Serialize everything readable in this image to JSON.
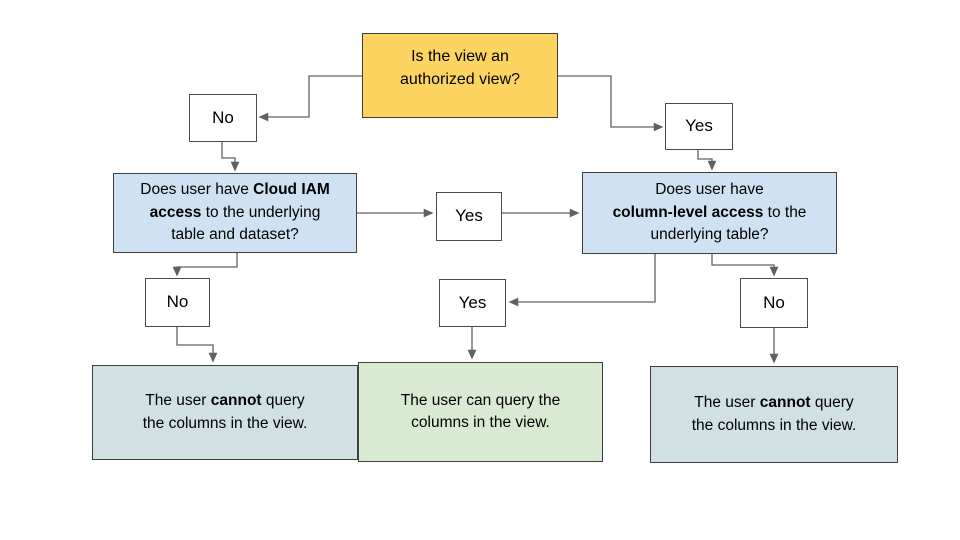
{
  "colors": {
    "decision_yellow": "#FCD45F",
    "question_blue": "#CFE2F3",
    "outcome_gray": "#D0E0E3",
    "outcome_green": "#D9EAD3",
    "label_white": "#FFFFFF",
    "box_border": "#3F3F3F",
    "connector_gray": "#606060",
    "text_black": "#000000",
    "background": "#FFFFFF"
  },
  "nodes": {
    "root": {
      "segments": [
        {
          "t": "Is the view an"
        },
        {
          "br": true
        },
        {
          "t": "authorized view?"
        }
      ]
    },
    "no_top": {
      "label": "No"
    },
    "yes_top": {
      "label": "Yes"
    },
    "q_left": {
      "segments": [
        {
          "t": "Does user have "
        },
        {
          "t": "Cloud IAM",
          "b": true
        },
        {
          "br": true
        },
        {
          "t": "access",
          "b": true
        },
        {
          "t": " to the underlying"
        },
        {
          "br": true
        },
        {
          "t": "table and dataset?"
        }
      ]
    },
    "yes_mid": {
      "label": "Yes"
    },
    "q_right": {
      "segments": [
        {
          "t": "Does user have"
        },
        {
          "br": true
        },
        {
          "t": "column-level access",
          "b": true
        },
        {
          "t": " to the"
        },
        {
          "br": true
        },
        {
          "t": "underlying table?"
        }
      ]
    },
    "no_left": {
      "label": "No"
    },
    "yes_bottom": {
      "label": "Yes"
    },
    "no_right": {
      "label": "No"
    },
    "out_left": {
      "segments": [
        {
          "t": "The user "
        },
        {
          "t": "cannot",
          "b": true
        },
        {
          "t": " query"
        },
        {
          "br": true
        },
        {
          "t": "the columns in the view."
        }
      ]
    },
    "out_mid": {
      "segments": [
        {
          "t": "The user can query the"
        },
        {
          "br": true
        },
        {
          "t": "columns in the view."
        }
      ]
    },
    "out_right": {
      "segments": [
        {
          "t": "The user "
        },
        {
          "t": "cannot",
          "b": true
        },
        {
          "t": " query"
        },
        {
          "br": true
        },
        {
          "t": "the columns in the view."
        }
      ]
    }
  }
}
